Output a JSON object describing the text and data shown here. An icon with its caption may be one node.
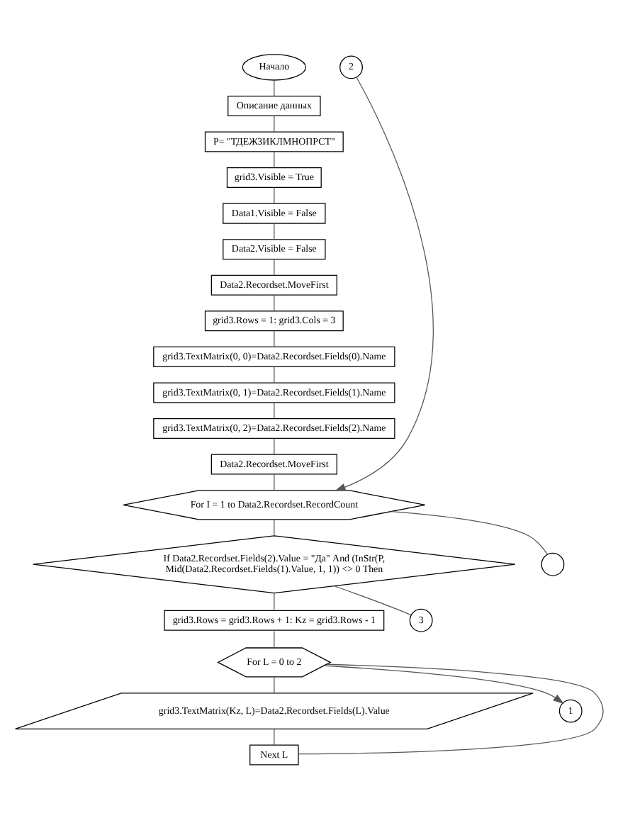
{
  "diagram": {
    "nodes": [
      {
        "text": [
          "Начало"
        ]
      },
      {
        "text": [
          "Описание данных"
        ]
      },
      {
        "text": [
          "P= \"ТДЕЖЗИКЛМНОПРСТ\""
        ]
      },
      {
        "text": [
          "grid3.Visible = True"
        ]
      },
      {
        "text": [
          "Data1.Visible = False"
        ]
      },
      {
        "text": [
          "Data2.Visible = False"
        ]
      },
      {
        "text": [
          "Data2.Recordset.MoveFirst"
        ]
      },
      {
        "text": [
          "grid3.Rows = 1: grid3.Cols = 3"
        ]
      },
      {
        "text": [
          "grid3.TextMatrix(0, 0)=Data2.Recordset.Fields(0).Name"
        ]
      },
      {
        "text": [
          "grid3.TextMatrix(0, 1)=Data2.Recordset.Fields(1).Name"
        ]
      },
      {
        "text": [
          "grid3.TextMatrix(0, 2)=Data2.Recordset.Fields(2).Name"
        ]
      },
      {
        "text": [
          "Data2.Recordset.MoveFirst"
        ]
      },
      {
        "text": [
          "For I = 1 to Data2.Recordset.RecordCount"
        ]
      },
      {
        "text": [
          "If Data2.Recordset.Fields(2).Value = \"Да\" And (InStr(P, Mid(Data2.Recordset.Fields(1).Value, 1, 1)) <> 0 Then"
        ]
      },
      {
        "text": [
          "grid3.Rows = grid3.Rows + 1: Kz = grid3.Rows - 1"
        ]
      },
      {
        "text": [
          "For L = 0 to 2"
        ]
      },
      {
        "text": [
          "grid3.TextMatrix(Kz, L)=Data2.Recordset.Fields(L).Value"
        ]
      },
      {
        "text": [
          "Next L"
        ]
      },
      {
        "text": [
          "2"
        ]
      },
      {
        "text": [
          "1"
        ]
      },
      {
        "text": [
          "3"
        ]
      },
      {
        "text": [],
        "shape": "circle"
      }
    ],
    "edges": [
      {
        "from": 0,
        "to": 1,
        "arrow": "none"
      },
      {
        "from": 1,
        "to": 2,
        "arrow": "none"
      },
      {
        "from": 2,
        "to": 3,
        "arrow": "none"
      },
      {
        "from": 3,
        "to": 4,
        "arrow": "none"
      },
      {
        "from": 4,
        "to": 5,
        "arrow": "none"
      },
      {
        "from": 5,
        "to": 6,
        "arrow": "none"
      },
      {
        "from": 6,
        "to": 7,
        "arrow": "none"
      },
      {
        "from": 7,
        "to": 8,
        "arrow": "none"
      },
      {
        "from": 8,
        "to": 9,
        "arrow": "none"
      },
      {
        "from": 9,
        "to": 10,
        "arrow": "none"
      },
      {
        "from": 10,
        "to": 11,
        "arrow": "none"
      },
      {
        "from": 11,
        "to": 12,
        "arrow": "none"
      },
      {
        "from": 12,
        "to": 13,
        "arrow": "none"
      },
      {
        "from": 13,
        "to": 14,
        "arrow": "none"
      },
      {
        "from": 14,
        "to": 15,
        "arrow": "none"
      },
      {
        "from": 15,
        "to": 16,
        "arrow": "none"
      },
      {
        "from": 16,
        "to": 17,
        "arrow": "none"
      },
      {
        "from": 17,
        "to": 15,
        "arrow": "none"
      },
      {
        "from": 15,
        "to": 19,
        "arrow": "to"
      },
      {
        "from": 18,
        "to": 12,
        "arrow": "to"
      },
      {
        "from": 13,
        "to": 20,
        "arrow": "none"
      },
      {
        "from": 12,
        "to": 21,
        "arrow": "none"
      }
    ]
  }
}
